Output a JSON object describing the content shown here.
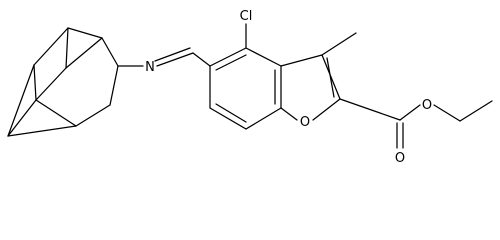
{
  "molecule": {
    "atoms": {
      "chlorine": "Cl",
      "imine_nitrogen": "N",
      "furan_oxygen": "O",
      "carbonyl_oxygen": "O",
      "ester_oxygen": "O"
    }
  },
  "colors": {
    "bond": "#000000",
    "label": "#000000",
    "background": "#ffffff"
  }
}
